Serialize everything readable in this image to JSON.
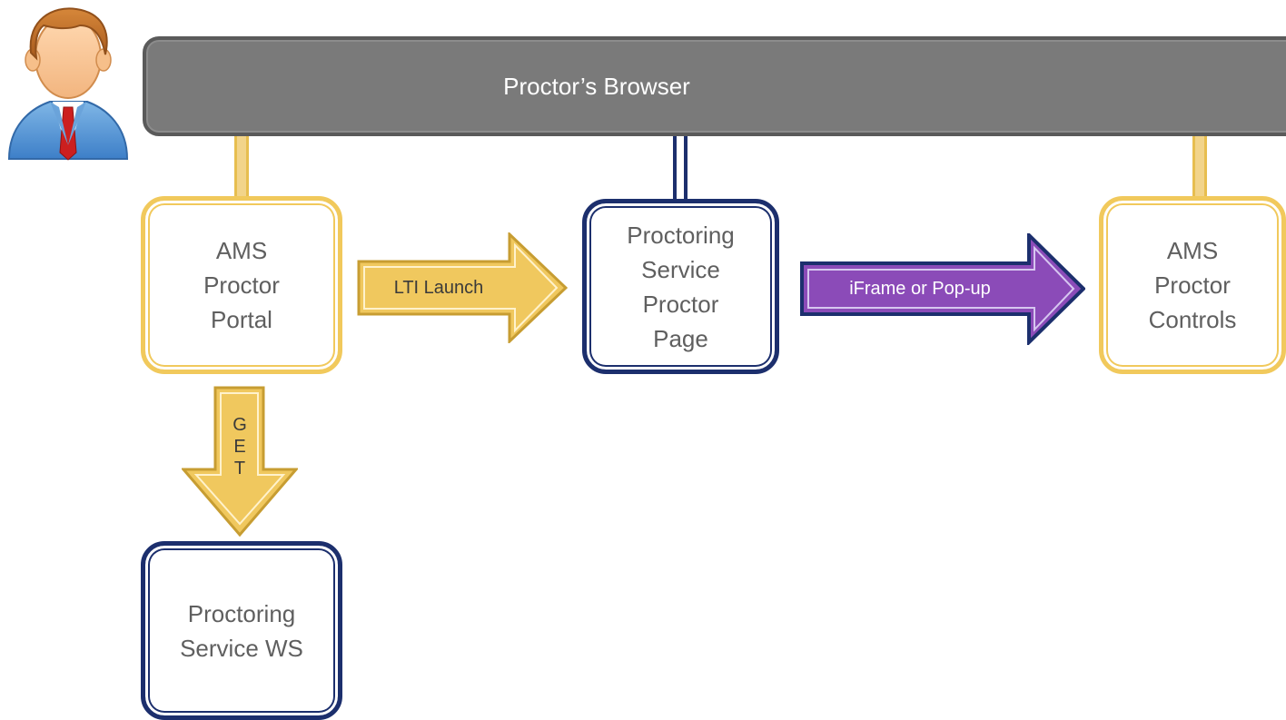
{
  "diagram": {
    "browser_bar": {
      "label": "Proctor’s Browser"
    },
    "boxes": {
      "ams_proctor_portal": "AMS\nProctor\nPortal",
      "proctoring_service_proctor_page": "Proctoring\nService\nProctor\nPage",
      "ams_proctor_controls": "AMS\nProctor\nControls",
      "proctoring_service_ws": "Proctoring\nService WS"
    },
    "arrows": {
      "lti_launch": "LTI Launch",
      "iframe_popup": "iFrame or Pop-up",
      "get": "G\nE\nT"
    },
    "icons": {
      "person": "person-icon"
    },
    "colors": {
      "gold": "#f1c95c",
      "navy": "#1c2f6d",
      "purple": "#8b4bb8",
      "browser_gray": "#7a7a7a"
    }
  }
}
